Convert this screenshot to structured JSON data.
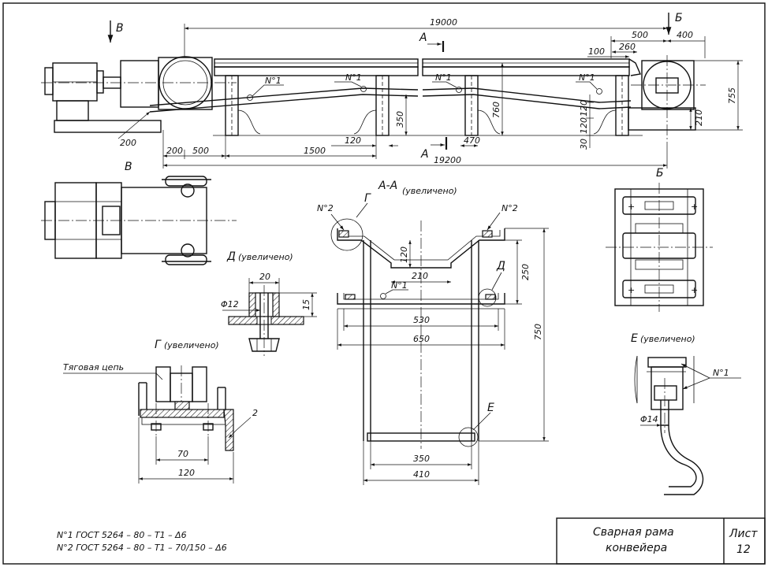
{
  "title_block": {
    "title_line1": "Сварная рама",
    "title_line2": "конвейера",
    "sheet_label": "Лист",
    "sheet_number": "12"
  },
  "notes": {
    "weld_1": "N°1 ГОСТ 5264 – 80 – Т1 – Δ6",
    "weld_2": "N°2 ГОСТ 5264 – 80 – Т1 – 70/150 – Δ6"
  },
  "main_view": {
    "view_arrow_v": "В",
    "view_arrow_b": "Б",
    "section_a_top": "А",
    "section_a_bottom": "А",
    "weld_marks": [
      "N°1",
      "N°1",
      "N°1",
      "N°1"
    ],
    "dims": {
      "overall_top": "19000",
      "overall_bottom": "19200",
      "d500_top": "500",
      "d400": "400",
      "d260": "260",
      "d100": "100",
      "d755": "755",
      "d760": "760",
      "d350": "350",
      "d120_low": "120",
      "d200_left": "200",
      "d200": "200",
      "d500": "500",
      "d1500": "1500",
      "d470": "470",
      "d120a": "120",
      "d120b": "120",
      "d30": "30",
      "d210": "210"
    }
  },
  "view_v": {
    "label": "В"
  },
  "view_b": {
    "label": "Б"
  },
  "section_aa": {
    "label": "А-А",
    "note": "(увеличено)",
    "label_g": "Г",
    "label_d": "Д",
    "label_e": "Е",
    "weld_left": "N°2",
    "weld_right": "N°2",
    "weld_low": "N°1",
    "dims": {
      "d120": "120",
      "d210": "210",
      "d250": "250",
      "d750": "750",
      "d530": "530",
      "d650": "650",
      "d350": "350",
      "d410": "410"
    }
  },
  "detail_d": {
    "label": "Д",
    "note": "(увеличено)",
    "d20": "20",
    "d15": "15",
    "dia12": "Φ12"
  },
  "detail_g": {
    "label": "Г",
    "note": "(увеличено)",
    "chain_label": "Тяговая цепь",
    "d70": "70",
    "d120": "120",
    "d2": "2"
  },
  "detail_e": {
    "label": "Е",
    "note": "(увеличено)",
    "weld": "N°1",
    "dia14": "Φ14"
  }
}
